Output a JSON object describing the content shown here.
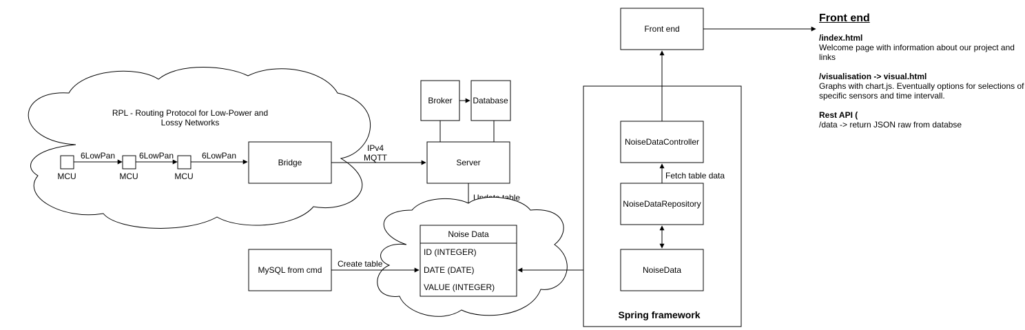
{
  "rpl_cloud": {
    "label_line1": "RPL - Routing Protocol for Low-Power and",
    "label_line2": "Lossy Networks",
    "mcu_labels": [
      "MCU",
      "MCU",
      "MCU"
    ],
    "link_labels": [
      "6LowPan",
      "6LowPan",
      "6LowPan"
    ]
  },
  "bridge": {
    "label": "Bridge"
  },
  "bridge_server_link": {
    "line1": "IPv4",
    "line2": "MQTT"
  },
  "server": {
    "label": "Server"
  },
  "broker": {
    "label": "Broker"
  },
  "database": {
    "label": "Database"
  },
  "update_table_label": "Update table",
  "noise_table": {
    "title": "Noise Data",
    "fields": [
      "ID (INTEGER)",
      "DATE (DATE)",
      "VALUE (INTEGER)"
    ]
  },
  "mysql": {
    "label": "MySQL from cmd"
  },
  "create_table_label": "Create table",
  "spring": {
    "label": "Spring framework",
    "controller": "NoiseDataController",
    "repository": "NoiseDataRepository",
    "entity": "NoiseData",
    "fetch_label": "Fetch table data"
  },
  "frontend_box": {
    "label": "Front end"
  },
  "panel": {
    "title": "Front end",
    "sections": [
      {
        "heading": "/index.html",
        "body": "Welcome page with information about our project and links"
      },
      {
        "heading": "/visualisation -> visual.html",
        "body": "Graphs with chart.js. Eventually options for selections of specific sensors and time intervall."
      },
      {
        "heading": "Rest API (",
        "body": "/data -> return JSON raw from databse"
      }
    ]
  }
}
